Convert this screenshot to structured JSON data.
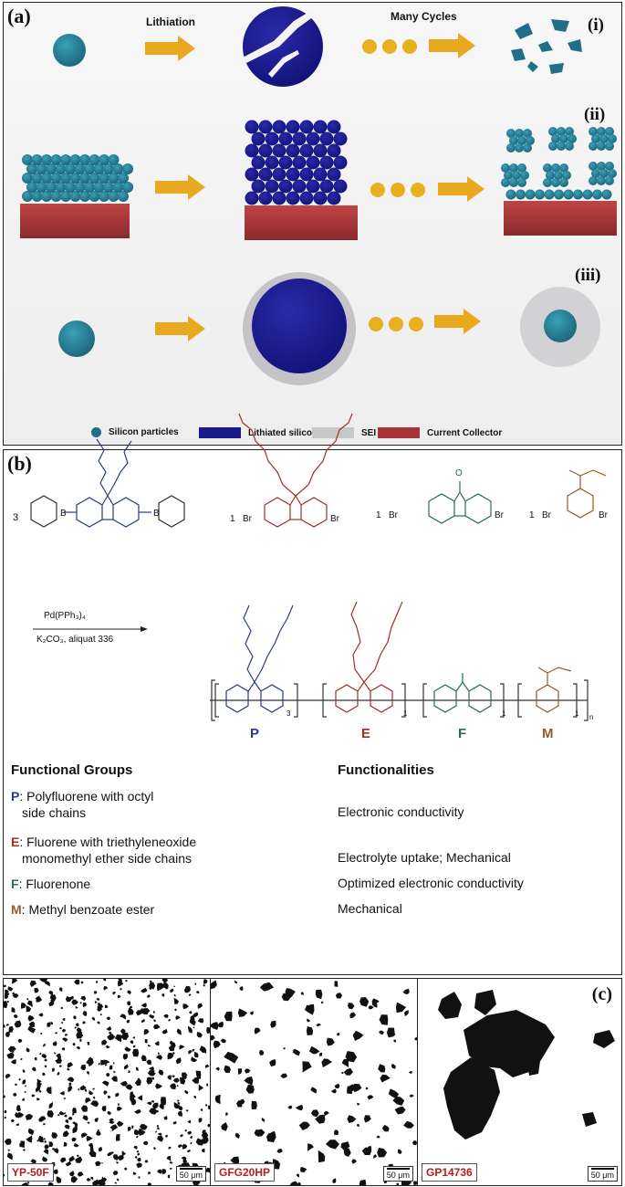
{
  "panel_a": {
    "label": "(a)",
    "lithiation_label": "Lithiation",
    "cycles_label": "Many Cycles",
    "row_labels": [
      "(i)",
      "(ii)",
      "(iii)"
    ],
    "legend": [
      {
        "text": "Silicon particles",
        "color": "#1f6f86"
      },
      {
        "text": "Lithiated silicon",
        "color": "#1a1a8c"
      },
      {
        "text": "SEI",
        "color": "#c8c8c8"
      },
      {
        "text": "Current Collector",
        "color": "#a8343a"
      }
    ],
    "arrow_color": "#e8a820"
  },
  "panel_b": {
    "label": "(b)",
    "coefficients": [
      "3",
      "1",
      "1",
      "1"
    ],
    "reagent_line1": "Pd(PPh₃)₄",
    "reagent_line2": "K₂CO₃, aliquat 336",
    "substituents": {
      "br": "Br",
      "o": "O",
      "b": "B"
    },
    "units": [
      {
        "key": "P",
        "color": "#2a3a8a",
        "subscript": "3"
      },
      {
        "key": "E",
        "color": "#a03028",
        "subscript": "1"
      },
      {
        "key": "F",
        "color": "#2e6b52",
        "subscript": "1"
      },
      {
        "key": "M",
        "color": "#9a5a2a",
        "subscript": "1"
      }
    ],
    "end_subscript": "n",
    "functional_groups_heading": "Functional Groups",
    "functionalities_heading": "Functionalities",
    "groups": [
      {
        "key": "P",
        "desc1": ": Polyfluorene with octyl",
        "desc2": "side chains",
        "func": "Electronic conductivity"
      },
      {
        "key": "E",
        "desc1": ": Fluorene with triethyleneoxide",
        "desc2": "monomethyl ether side chains",
        "func": "Electrolyte uptake; Mechanical"
      },
      {
        "key": "F",
        "desc1": ": Fluorenone",
        "desc2": "",
        "func": "Optimized electronic conductivity"
      },
      {
        "key": "M",
        "desc1": ": Methyl benzoate ester",
        "desc2": "",
        "func": "Mechanical"
      }
    ]
  },
  "panel_c": {
    "label": "(c)",
    "samples": [
      {
        "name": "YP-50F",
        "scale": "50 μm"
      },
      {
        "name": "GFG20HP",
        "scale": "50 μm"
      },
      {
        "name": "GP14736",
        "scale": "50 μm"
      }
    ]
  }
}
